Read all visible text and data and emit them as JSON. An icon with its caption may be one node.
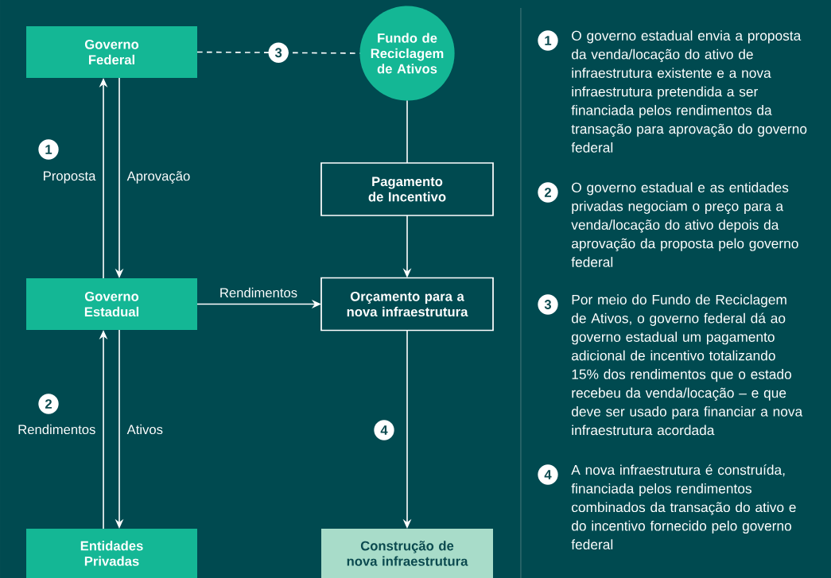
{
  "diagram": {
    "nodes": [
      {
        "text": [
          "Governo Federal"
        ]
      },
      {
        "text": [
          "Fundo de Reciclagem de Ativos"
        ]
      },
      {
        "text": [
          "Pagamento de Incentivo"
        ]
      },
      {
        "text": [
          "Governo Estadual"
        ]
      },
      {
        "text": [
          "Orçamento para a nova infraestrutura"
        ]
      },
      {
        "text": [
          "Entidades Privadas"
        ]
      },
      {
        "text": [
          "Construção de nova infraestrutura"
        ]
      }
    ],
    "edges": [
      {
        "from": 0,
        "to": 1,
        "arrow": "none",
        "style": "dashed",
        "label": "3"
      },
      {
        "from": 3,
        "to": 0,
        "arrow": "to",
        "label": "Proposta"
      },
      {
        "from": 0,
        "to": 3,
        "arrow": "to",
        "label": "Aprovação"
      },
      {
        "from": 1,
        "to": 2,
        "arrow": "none"
      },
      {
        "from": 2,
        "to": 4,
        "arrow": "to"
      },
      {
        "from": 3,
        "to": 4,
        "arrow": "to",
        "label": "Rendimentos"
      },
      {
        "from": 5,
        "to": 3,
        "arrow": "to",
        "label": "Rendimentos"
      },
      {
        "from": 3,
        "to": 5,
        "arrow": "to",
        "label": "Ativos"
      },
      {
        "from": 4,
        "to": 6,
        "arrow": "to"
      }
    ],
    "labels": [
      "1",
      "2",
      "4",
      "1",
      "O governo estadual envia a proposta da venda/locação do ativo de infraestrutura existente e a nova infraestrutura pretendida a ser financiada pelos rendimentos da transação para aprovação do governo federal",
      "2",
      "O governo estadual e as entidades privadas negociam o preço para a venda/locação do ativo depois da aprovação da proposta pelo governo federal",
      "3",
      "Por meio do Fundo de Reciclagem de Ativos, o governo federal dá ao governo estadual um pagamento adicional de incentivo totalizando 15% dos rendimentos que o estado recebeu da venda/locação – e que deve ser usado para financiar a nova infraestrutura acordada",
      "4",
      "A nova infraestrutura é construída, financiada pelos rendimentos combinados da transação do ativo e do incentivo fornecido pelo governo federal"
    ]
  }
}
